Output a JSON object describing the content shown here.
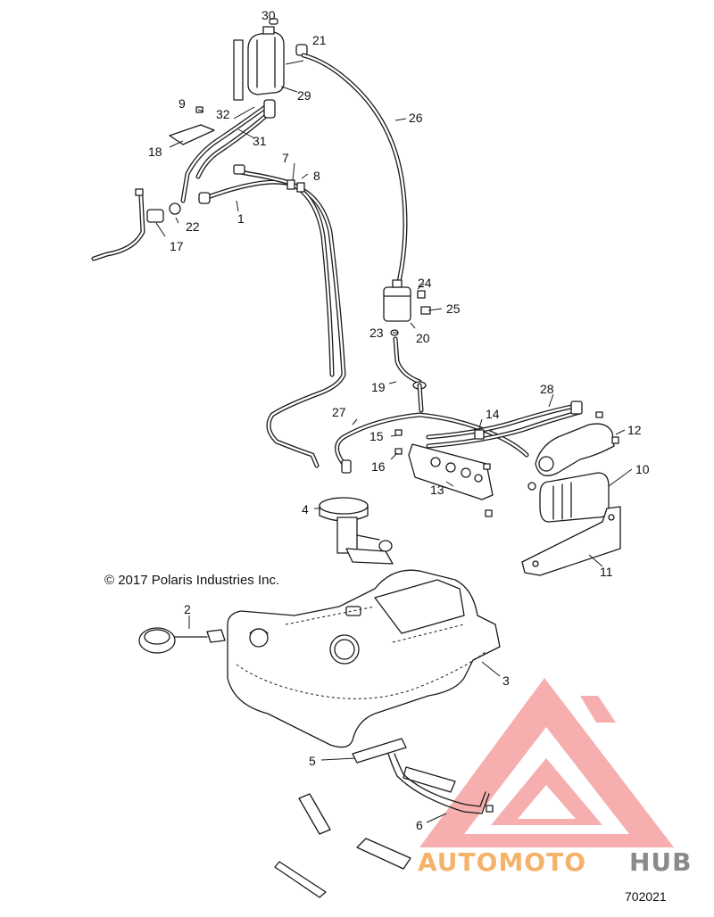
{
  "copyright": "© 2017 Polaris Industries Inc.",
  "reference_number": "702021",
  "watermark": {
    "text_part1": "AUTOMOTO",
    "text_part2": "HUB",
    "color_primary": "#f08c8c",
    "color_orange": "#f5b26b",
    "color_gray": "#8a8a8a"
  },
  "callouts": [
    {
      "id": "c30",
      "label": "30"
    },
    {
      "id": "c21",
      "label": "21"
    },
    {
      "id": "c29",
      "label": "29"
    },
    {
      "id": "c9",
      "label": "9"
    },
    {
      "id": "c32",
      "label": "32"
    },
    {
      "id": "c26",
      "label": "26"
    },
    {
      "id": "c31",
      "label": "31"
    },
    {
      "id": "c18",
      "label": "18"
    },
    {
      "id": "c7",
      "label": "7"
    },
    {
      "id": "c8",
      "label": "8"
    },
    {
      "id": "c1",
      "label": "1"
    },
    {
      "id": "c22",
      "label": "22"
    },
    {
      "id": "c17",
      "label": "17"
    },
    {
      "id": "c24",
      "label": "24"
    },
    {
      "id": "c25",
      "label": "25"
    },
    {
      "id": "c23",
      "label": "23"
    },
    {
      "id": "c20",
      "label": "20"
    },
    {
      "id": "c19",
      "label": "19"
    },
    {
      "id": "c28",
      "label": "28"
    },
    {
      "id": "c27",
      "label": "27"
    },
    {
      "id": "c14",
      "label": "14"
    },
    {
      "id": "c15",
      "label": "15"
    },
    {
      "id": "c12",
      "label": "12"
    },
    {
      "id": "c16",
      "label": "16"
    },
    {
      "id": "c13",
      "label": "13"
    },
    {
      "id": "c10",
      "label": "10"
    },
    {
      "id": "c4",
      "label": "4"
    },
    {
      "id": "c11",
      "label": "11"
    },
    {
      "id": "c2",
      "label": "2"
    },
    {
      "id": "c3",
      "label": "3"
    },
    {
      "id": "c5",
      "label": "5"
    },
    {
      "id": "c6",
      "label": "6"
    }
  ]
}
